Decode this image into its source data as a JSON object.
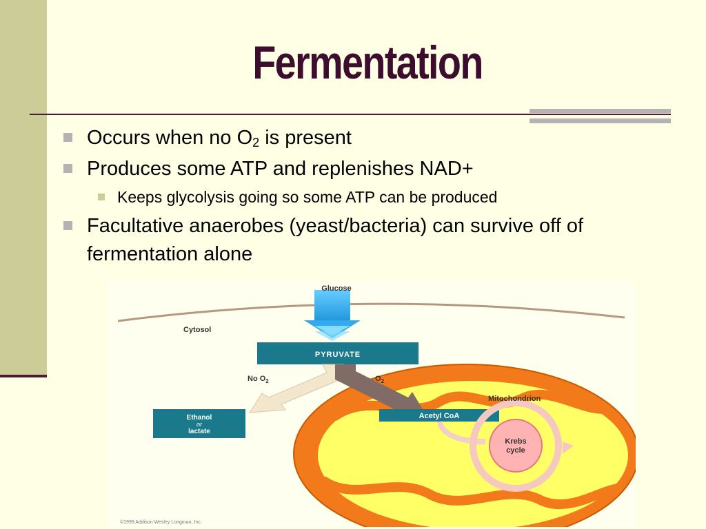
{
  "slide": {
    "title": "Fermentation",
    "bullets": [
      {
        "pre": "Occurs when no O",
        "sub": "2",
        "post": " is present"
      },
      {
        "text": "Produces some ATP and replenishes NAD+"
      },
      {
        "text": "Keeps glycolysis going so some ATP can be produced"
      },
      {
        "text": "Facultative anaerobes (yeast/bacteria) can survive off of fermentation alone"
      }
    ]
  },
  "diagram": {
    "glucose": "Glucose",
    "cytosol": "Cytosol",
    "pyruvate": "PYRUVATE",
    "no_o2": "No O",
    "o2": "O",
    "o2_sub": "2",
    "mitochondrion": "Mitochondrion",
    "ethanol_line1": "Ethanol",
    "ethanol_line2": "or",
    "ethanol_line3": "lactate",
    "acetyl_coa": "Acetyl CoA",
    "krebs_line1": "Krebs",
    "krebs_line2": "cycle",
    "copyright": "©1999 Addison Wesley Longman, Inc."
  },
  "colors": {
    "title": "#3d0d2e",
    "background": "#ffffe6",
    "left_bar": "#cccc99",
    "accent_rule": "#4d1a33",
    "box_teal": "#1a7a8c",
    "mito_orange": "#f27a1a",
    "mito_inner": "#ffff66"
  }
}
